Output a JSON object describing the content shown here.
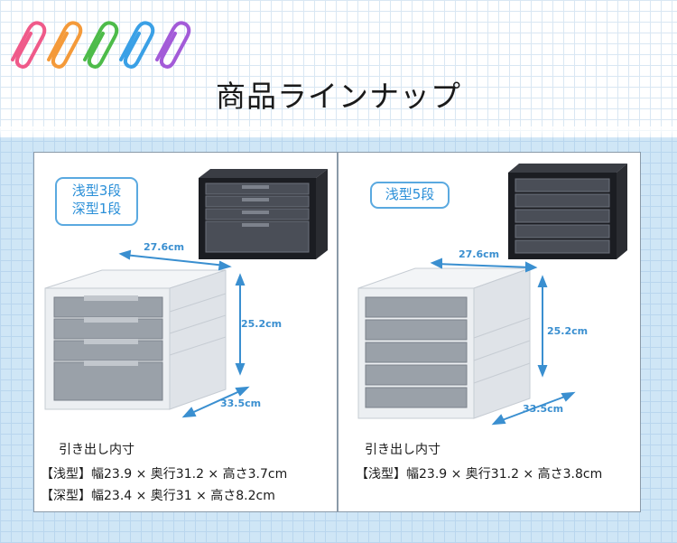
{
  "page": {
    "title": "商品ラインナップ"
  },
  "decor": {
    "clip_colors": [
      "#ef5a8a",
      "#f49a3a",
      "#4dbb4a",
      "#3aa0e6",
      "#a35bd8"
    ]
  },
  "left_panel": {
    "badge_line1": "浅型3段",
    "badge_line2": "深型1段",
    "dim_width": "27.6cm",
    "dim_height": "25.2cm",
    "dim_depth": "33.5cm",
    "inner_title": "引き出し内寸",
    "spec_shallow": "【浅型】幅23.9 × 奥行31.2 × 高さ3.7cm",
    "spec_deep": "【深型】幅23.4 × 奥行31 × 高さ8.2cm"
  },
  "right_panel": {
    "badge": "浅型5段",
    "dim_width": "27.6cm",
    "dim_height": "25.2cm",
    "dim_depth": "33.5cm",
    "inner_title": "引き出し内寸",
    "spec_shallow": "【浅型】幅23.9 × 奥行31.2 × 高さ3.8cm"
  },
  "colors": {
    "accent": "#3a8fd0",
    "white_unit": "#e9ecef",
    "black_unit": "#1b1d22"
  }
}
